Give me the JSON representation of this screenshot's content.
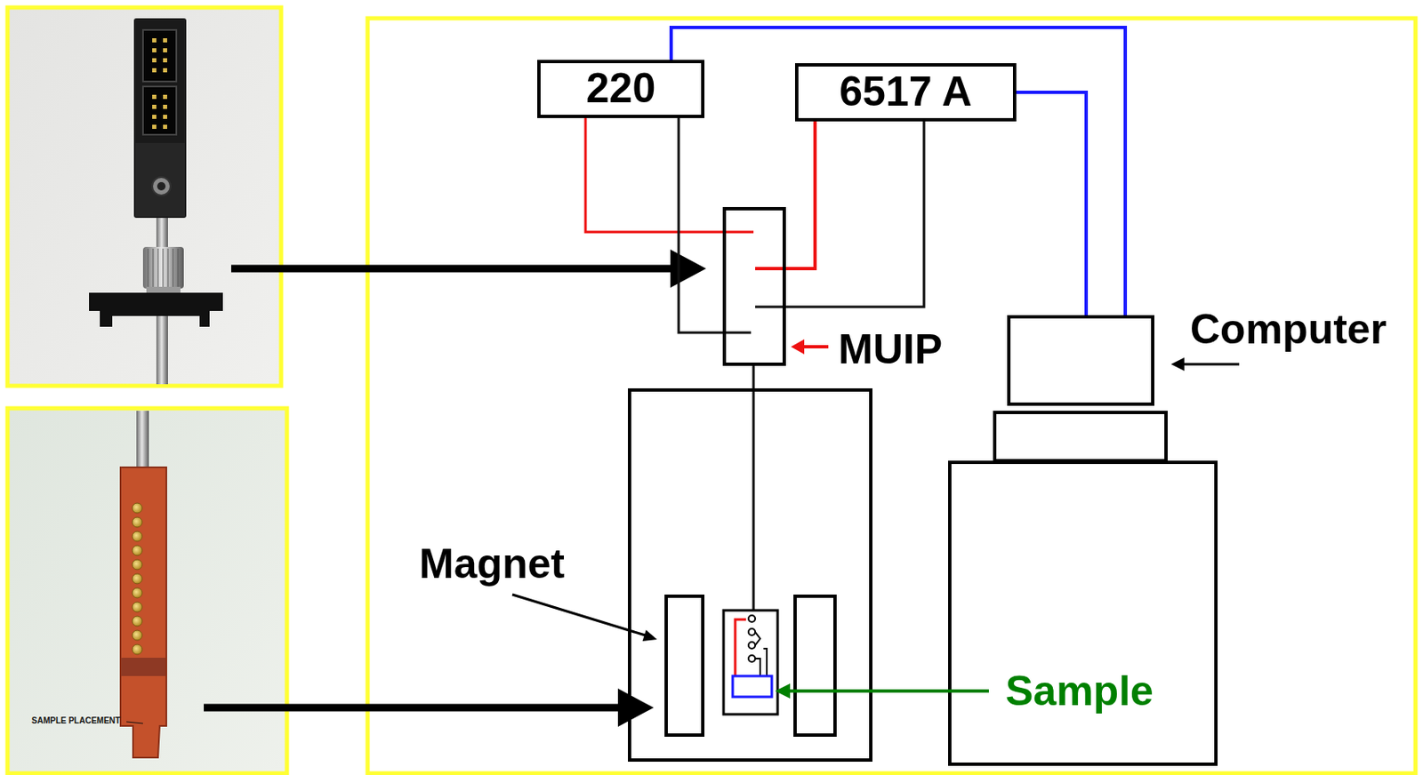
{
  "diagram": {
    "nodes": [
      {
        "text": [
          "220"
        ]
      },
      {
        "text": [
          "6517 A"
        ]
      },
      {
        "text": [
          "MUIP"
        ]
      },
      {
        "text": [
          "Computer"
        ]
      }
    ],
    "edges": [
      {
        "from": 0,
        "to": 2,
        "arrow": "none"
      },
      {
        "from": 0,
        "to": 2,
        "arrow": "none"
      },
      {
        "from": 1,
        "to": 2,
        "arrow": "none"
      },
      {
        "from": 1,
        "to": 2,
        "arrow": "none"
      },
      {
        "from": 0,
        "to": 3,
        "arrow": "none"
      },
      {
        "from": 1,
        "to": 3,
        "arrow": "none"
      }
    ],
    "labels": [
      "Magnet",
      "Sample",
      "SAMPLE PLACEMENT"
    ]
  }
}
